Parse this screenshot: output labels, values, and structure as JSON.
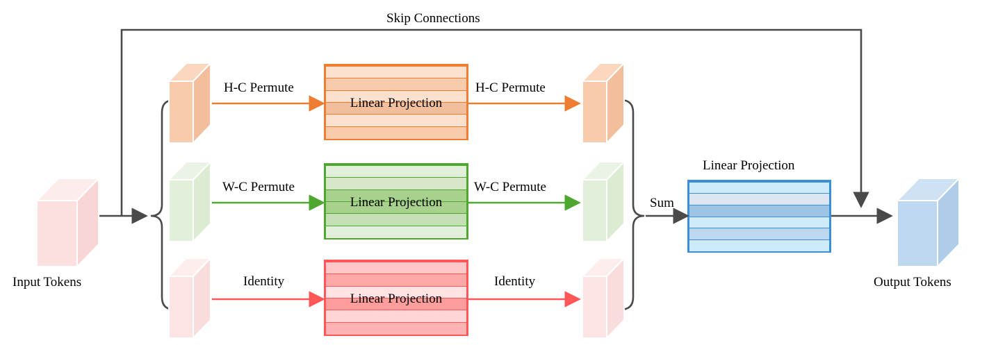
{
  "figure": {
    "title_top": "Skip Connections",
    "input_label": "Input Tokens",
    "output_label": "Output Tokens",
    "sum_label": "Sum",
    "final_projection_label": "Linear Projection"
  },
  "branches": [
    {
      "id": "h-c",
      "in_label": "H-C Permute",
      "out_label": "H-C Permute",
      "projection_label": "Linear Projection",
      "accent": "#ED7D31",
      "cube_face": "#F8CBAD",
      "cube_top": "#FAD7BE",
      "cube_side": "#F3BE9C",
      "stripes": [
        "#FBE0CE",
        "#F8CBAD",
        "#FBE0CE",
        "#F3BE9C",
        "#FBE0CE",
        "#F8CBAD"
      ]
    },
    {
      "id": "w-c",
      "in_label": "W-C Permute",
      "out_label": "W-C Permute",
      "projection_label": "Linear Projection",
      "accent": "#4EA72E",
      "cube_face": "#E2EFDA",
      "cube_top": "#EAF3E4",
      "cube_side": "#DCEBD2",
      "stripes": [
        "#E2EFDA",
        "#D6E8C8",
        "#A9D18E",
        "#A9D18E",
        "#C5E0B4",
        "#E2EFDA"
      ]
    },
    {
      "id": "identity",
      "in_label": "Identity",
      "out_label": "Identity",
      "projection_label": "Linear Projection",
      "accent": "#FF5757",
      "cube_face": "#FCE4E4",
      "cube_top": "#FDEDED",
      "cube_side": "#F9DCDC",
      "stripes": [
        "#FFC7C7",
        "#FFA8A8",
        "#FFE3E3",
        "#FF9C9C",
        "#FFD6D6",
        "#FFB3B3"
      ]
    }
  ],
  "final_block": {
    "accent": "#3C8FD6",
    "stripes": [
      "#CDEBFB",
      "#DCE6F2",
      "#9DC3E6",
      "#CDEBFB",
      "#BDD7EE",
      "#CDEBFB"
    ]
  },
  "input_cube": {
    "face": "#FCE0E0",
    "top": "#FDECEC",
    "side": "#F9D6D6"
  },
  "output_cube": {
    "face": "#BDD7EE",
    "top": "#CFE2F3",
    "side": "#AFCDE8"
  },
  "connector_color": "#4A4A4A"
}
